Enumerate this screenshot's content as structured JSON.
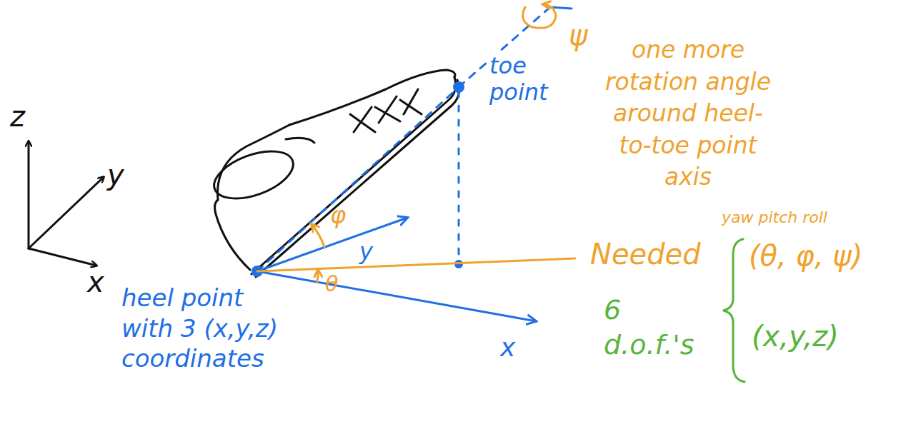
{
  "diagram": {
    "labels": [
      "z",
      "y",
      "x",
      "toe point",
      "ψ",
      "one more rotation angle around heel-to-toe point axis",
      "φ",
      "y",
      "θ",
      "x",
      "heel point with 3 (x,y,z) coordinates",
      "Needed",
      "yaw pitch roll",
      "(θ, φ, ψ)",
      "(x,y,z)",
      "6 d.o.f.'s"
    ]
  }
}
